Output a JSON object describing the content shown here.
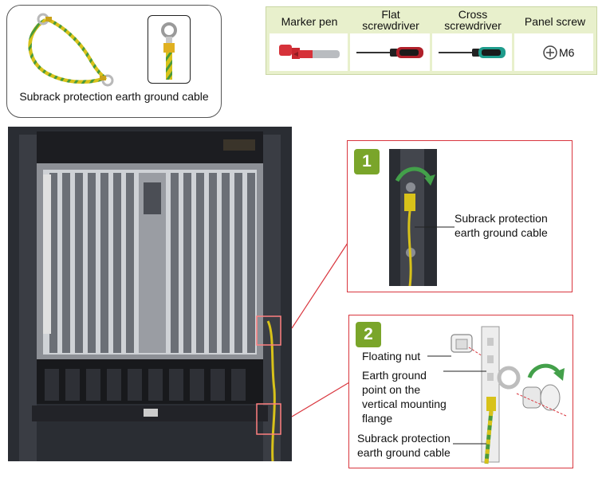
{
  "cable_panel": {
    "caption": "Subrack protection earth ground cable"
  },
  "tools": {
    "columns": [
      {
        "header_line1": "Marker pen",
        "header_line2": "",
        "icon": "marker-pen-icon"
      },
      {
        "header_line1": "Flat",
        "header_line2": "screwdriver",
        "icon": "flat-screwdriver-icon"
      },
      {
        "header_line1": "Cross",
        "header_line2": "screwdriver",
        "icon": "cross-screwdriver-icon"
      },
      {
        "header_line1": "Panel screw",
        "header_line2": "",
        "icon": "panel-screw-icon",
        "value": "M6"
      }
    ]
  },
  "step1": {
    "number": "1",
    "label_line1": "Subrack protection",
    "label_line2": "earth ground cable"
  },
  "step2": {
    "number": "2",
    "floating_nut": "Floating nut",
    "earth_point_lines": [
      "Earth ground",
      "point on the",
      "vertical mounting",
      "flange"
    ],
    "cable_line1": "Subrack protection",
    "cable_line2": "earth ground cable"
  },
  "colors": {
    "callout_border": "#d9363e",
    "badge": "#7aa52a",
    "table_bg": "#e8f0cc",
    "cable_yellow": "#d8c21a",
    "cable_green": "#4a9a3a"
  }
}
